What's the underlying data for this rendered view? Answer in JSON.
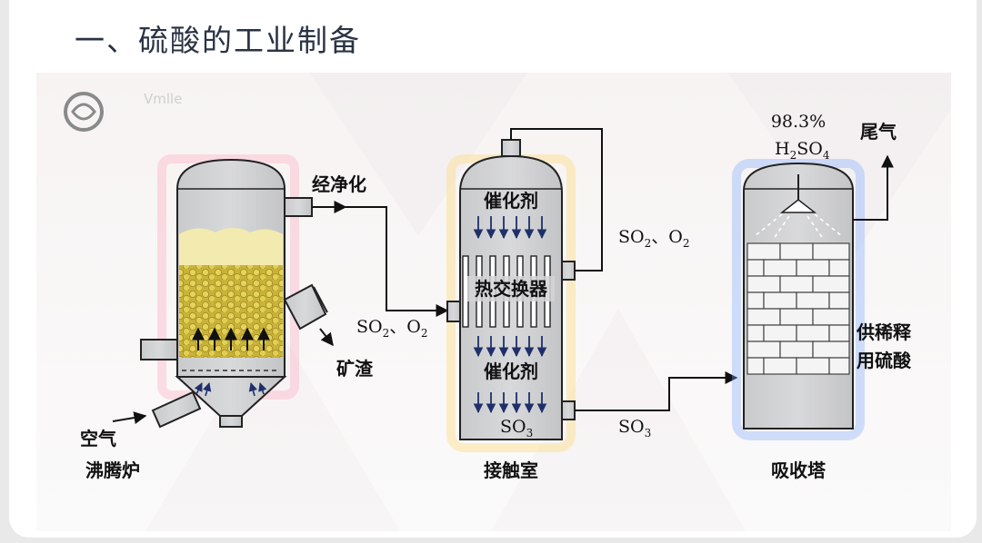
{
  "page": {
    "title": "一、硫酸的工业制备"
  },
  "diagram": {
    "watermark": "Vmlle",
    "units": {
      "furnace": {
        "name": "沸腾炉"
      },
      "contact_chamber": {
        "name": "接触室",
        "catalyst_top": "催化剂",
        "heat_exchanger": "热交换器",
        "catalyst_bottom": "催化剂",
        "product": "SO",
        "product_sub": "3"
      },
      "absorber": {
        "name": "吸收塔",
        "acid_line1": "98.3%",
        "acid_line2_a": "H",
        "acid_line2_sub1": "2",
        "acid_line2_b": "SO",
        "acid_line2_sub2": "4",
        "output_line1": "供稀释",
        "output_line2": "用硫酸"
      }
    },
    "streams": {
      "air_in": "空气",
      "purified": "经净化",
      "slag": "矿渣",
      "so2_o2_feed": {
        "a": "SO",
        "sub1": "2",
        "sep": "、O",
        "sub2": "2"
      },
      "so2_o2_recycle": {
        "a": "SO",
        "sub1": "2",
        "sep": "、O",
        "sub2": "2"
      },
      "so3_transfer": {
        "a": "SO",
        "sub": "3"
      },
      "tail_gas": "尾气"
    }
  }
}
